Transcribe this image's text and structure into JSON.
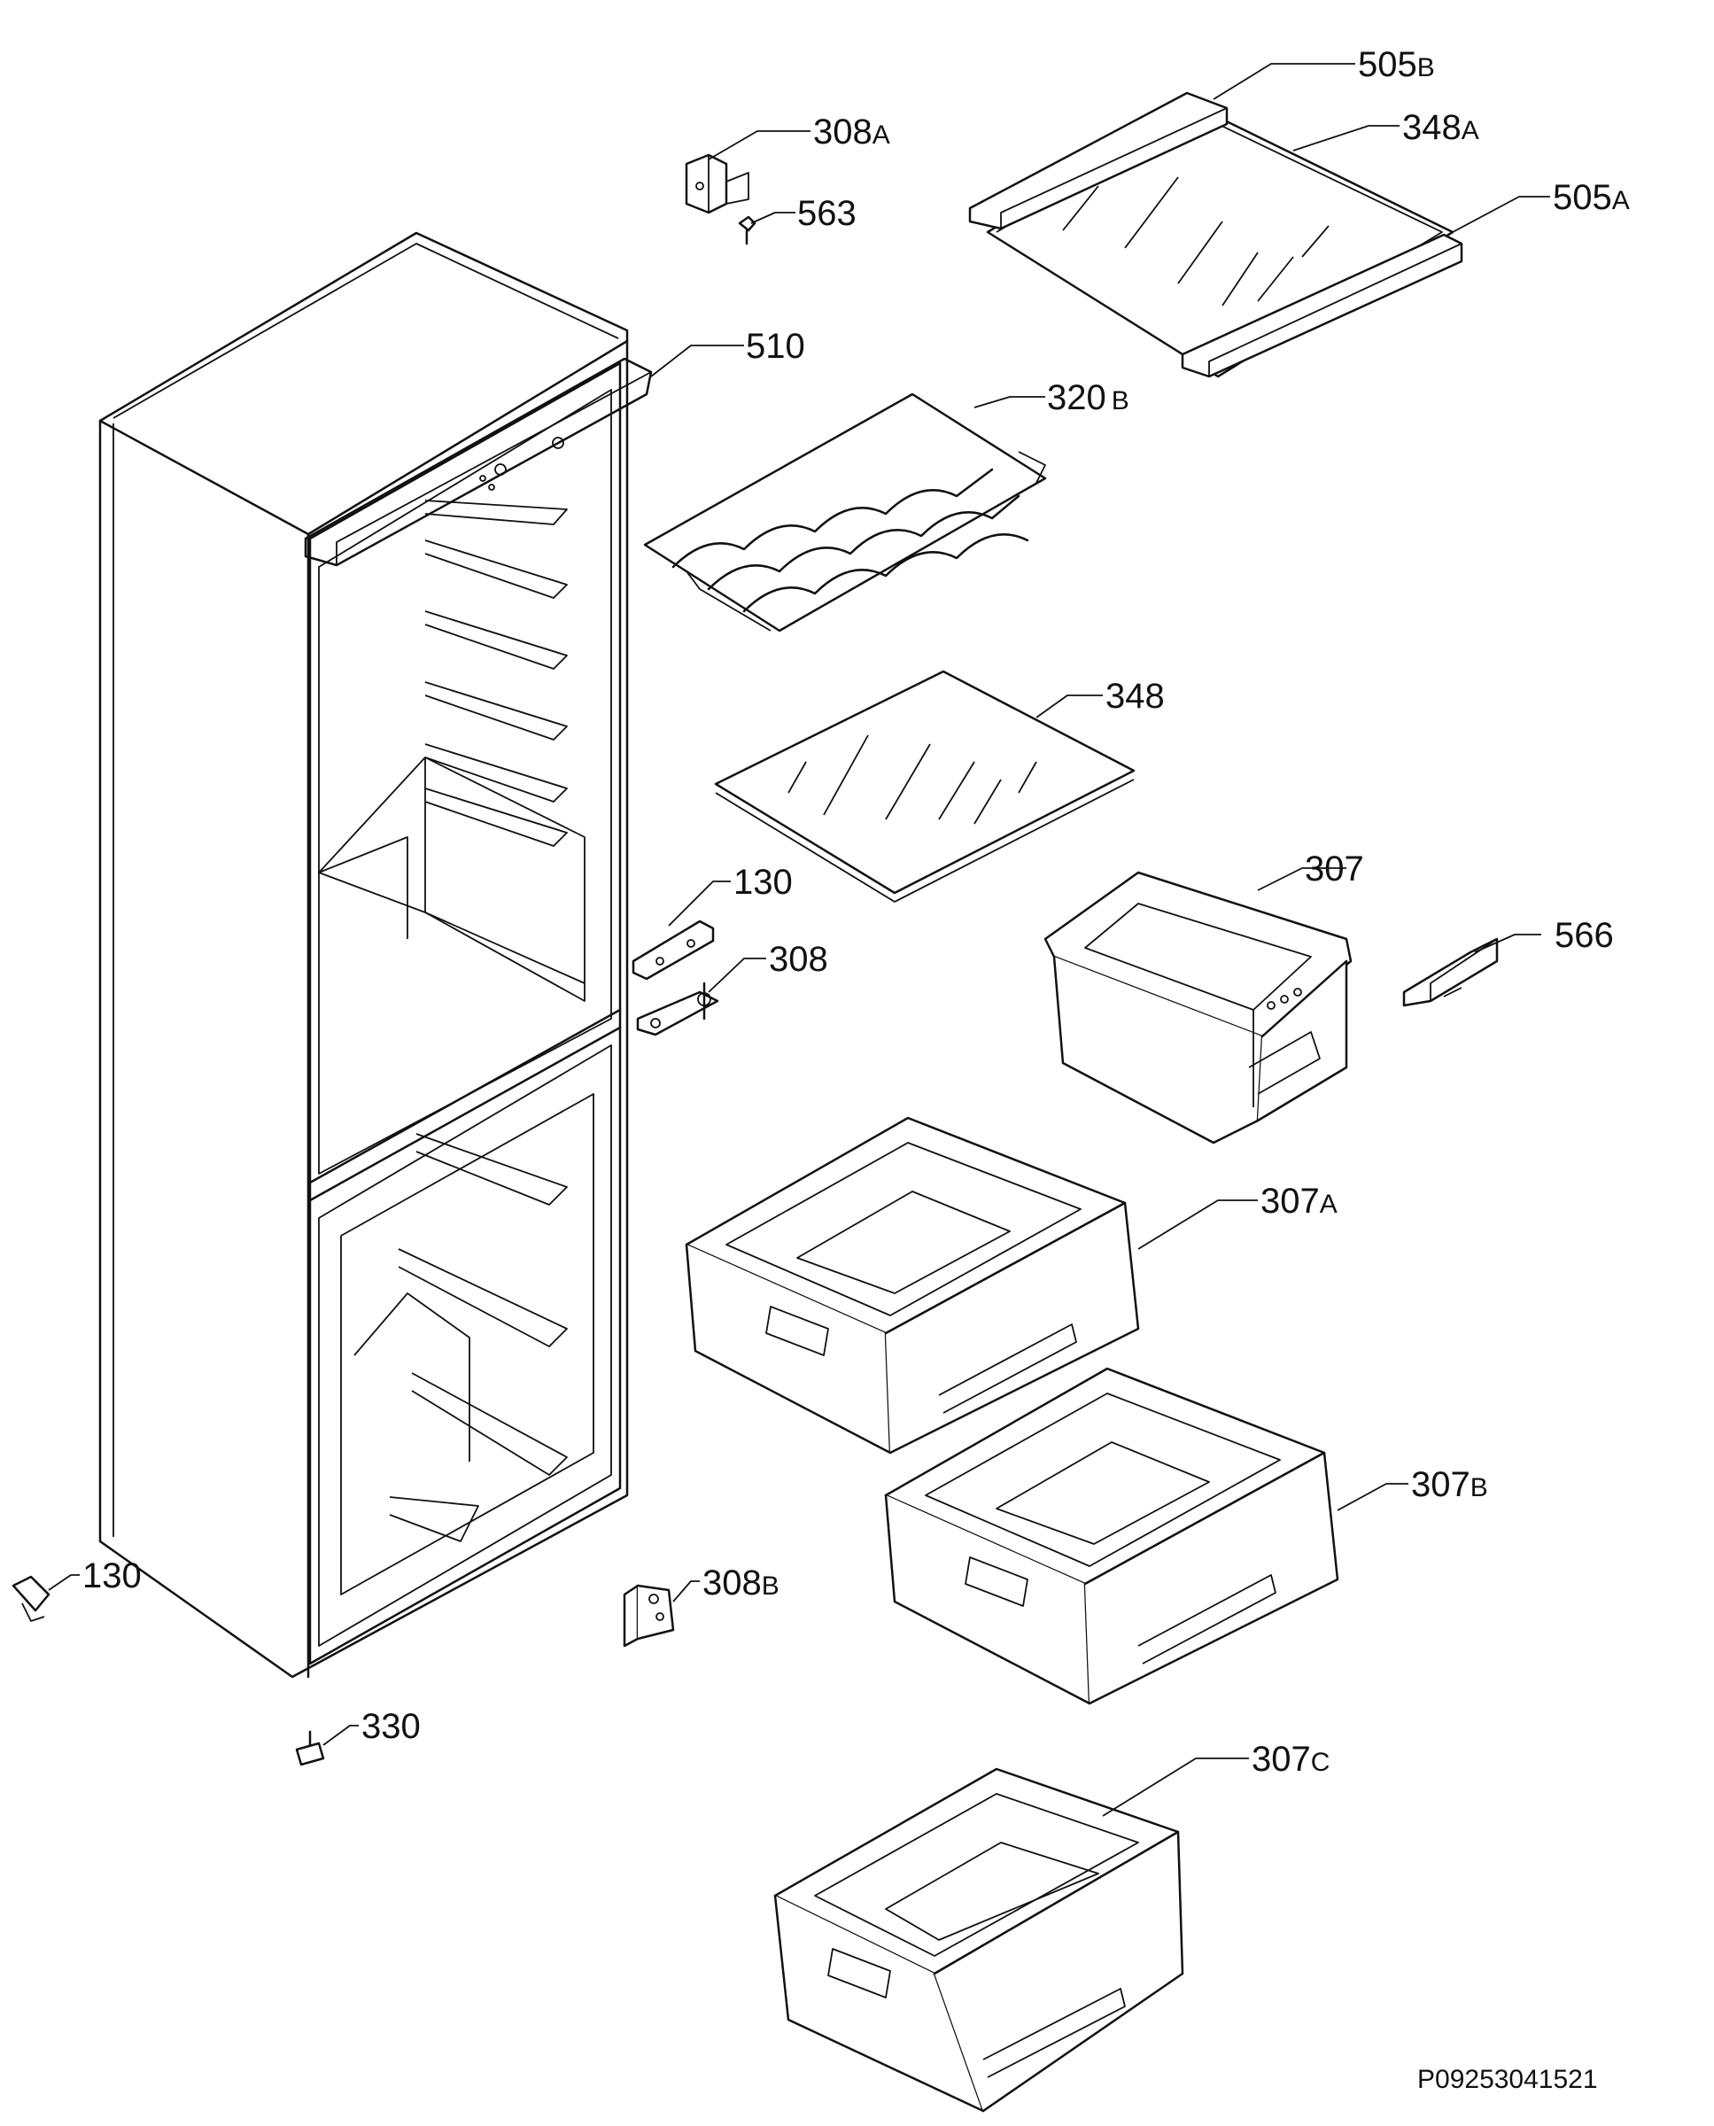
{
  "diagram": {
    "doc_code": "P09253041521",
    "parts": [
      {
        "id": "505b",
        "number": "505",
        "suffix": "B"
      },
      {
        "id": "348a",
        "number": "348",
        "suffix": "A"
      },
      {
        "id": "505a",
        "number": "505",
        "suffix": "A"
      },
      {
        "id": "308a",
        "number": "308",
        "suffix": "A"
      },
      {
        "id": "563",
        "number": "563",
        "suffix": ""
      },
      {
        "id": "510",
        "number": "510",
        "suffix": ""
      },
      {
        "id": "320b",
        "number": "320",
        "suffix": "B"
      },
      {
        "id": "348",
        "number": "348",
        "suffix": ""
      },
      {
        "id": "307",
        "number": "307",
        "suffix": ""
      },
      {
        "id": "566",
        "number": "566",
        "suffix": ""
      },
      {
        "id": "130a",
        "number": "130",
        "suffix": ""
      },
      {
        "id": "308",
        "number": "308",
        "suffix": ""
      },
      {
        "id": "307a",
        "number": "307",
        "suffix": "A"
      },
      {
        "id": "307b",
        "number": "307",
        "suffix": "B"
      },
      {
        "id": "130b",
        "number": "130",
        "suffix": ""
      },
      {
        "id": "308b",
        "number": "308",
        "suffix": "B"
      },
      {
        "id": "330",
        "number": "330",
        "suffix": ""
      },
      {
        "id": "307c",
        "number": "307",
        "suffix": "C"
      }
    ]
  }
}
